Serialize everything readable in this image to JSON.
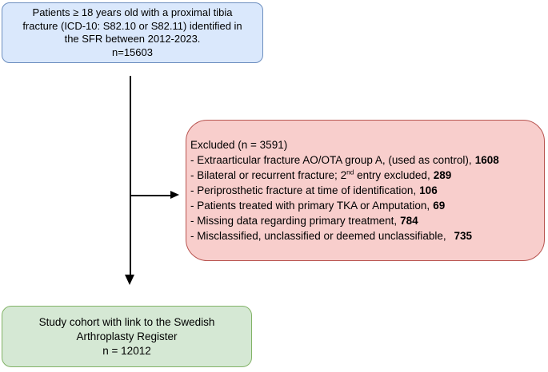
{
  "colors": {
    "population_fill": "#dae8fc",
    "population_border": "#6c8ebf",
    "excluded_fill": "#f8cecc",
    "excluded_border": "#b85450",
    "cohort_fill": "#d5e8d4",
    "cohort_border": "#82b366",
    "arrow": "#000000",
    "text": "#000000"
  },
  "diagram": {
    "population_box": {
      "lines": [
        "Patients ≥ 18 years old with a proximal tibia",
        "fracture (ICD-10: S82.10 or S82.11) identified in",
        "the SFR between 2012-2023.",
        "n=15603"
      ]
    },
    "excluded_box": {
      "title": "Excluded (n = 3591)",
      "items": [
        {
          "label": "- Extraarticular fracture AO/OTA group A, (used as control),",
          "count": "1608"
        },
        {
          "label_pre": "- Bilateral or recurrent fracture; 2",
          "sup": "nd",
          "label_post": " entry excluded,",
          "count": "289"
        },
        {
          "label": "- Periprosthetic fracture at time of identification,",
          "count": "106"
        },
        {
          "label": "- Patients treated with primary TKA or Amputation,",
          "count": "69"
        },
        {
          "label": "- Missing data regarding primary treatment,",
          "count": "784"
        },
        {
          "label": "- Misclassified, unclassified or deemed unclassifiable, ",
          "count": "735"
        }
      ]
    },
    "cohort_box": {
      "lines": [
        "Study cohort with link to the Swedish",
        "Arthroplasty Register",
        "n = 12012"
      ]
    }
  }
}
